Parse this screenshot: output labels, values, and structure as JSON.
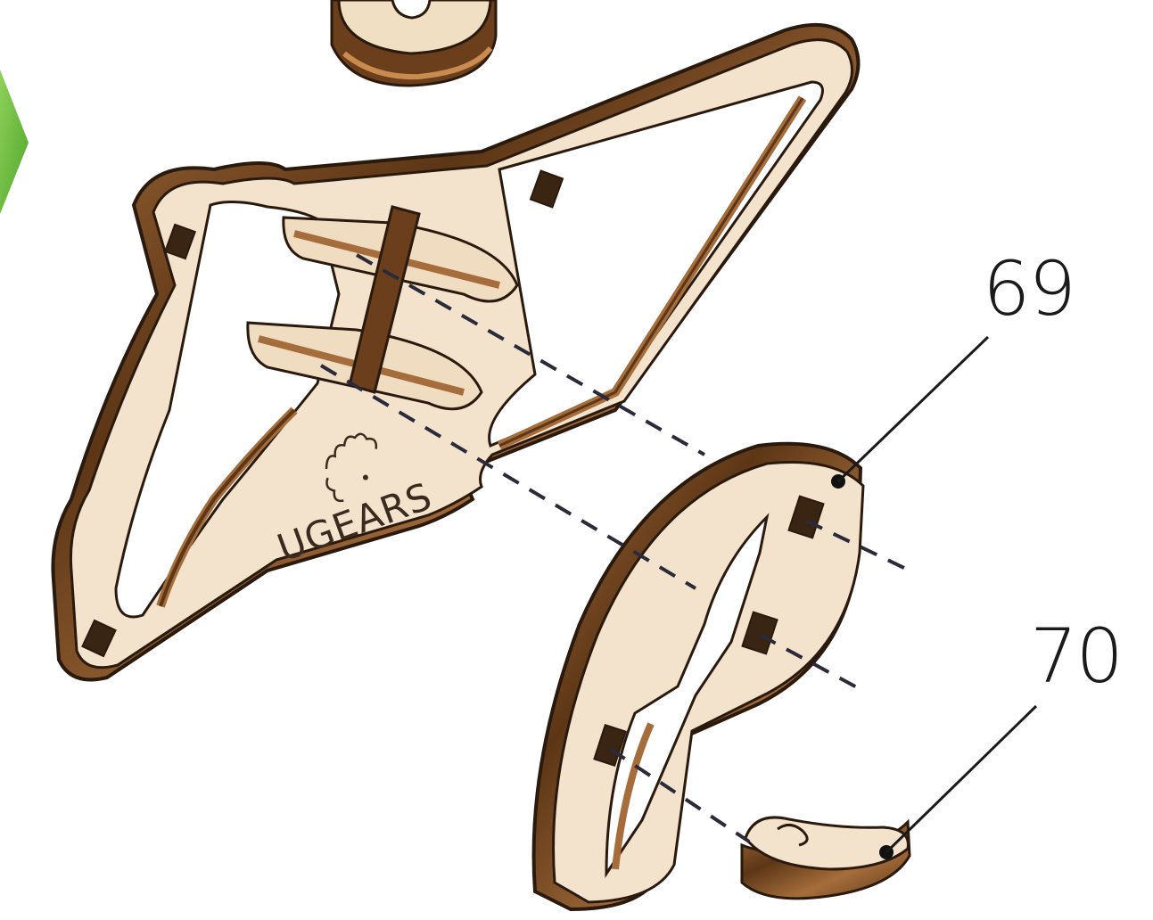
{
  "brand": {
    "logo_text": "UGEARS"
  },
  "callouts": [
    {
      "number": "69"
    },
    {
      "number": "70"
    }
  ],
  "colors": {
    "wood_face": "#f3e3cc",
    "wood_light": "#e9d2b3",
    "wood_dark_layer": "#5c3616",
    "wood_mid_layer": "#a56d3b",
    "outline": "#2a1a0e",
    "next_arrow": "#6fbf3a"
  },
  "icons": [
    "next-step-arrow-icon",
    "ugears-gear-logo-icon"
  ]
}
